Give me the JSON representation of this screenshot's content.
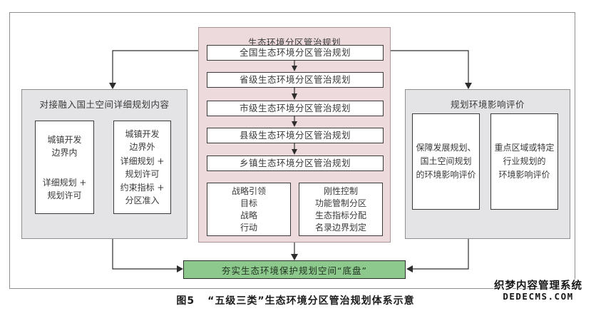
{
  "figure_caption": {
    "label": "图5",
    "title": "“五级三类”生态环境分区管治规划体系示意"
  },
  "center_panel": {
    "title": "生态环境分区管治规划",
    "levels": [
      "全国生态环境分区管治规划",
      "省级生态环境分区管治规划",
      "市级生态环境分区管治规划",
      "县级生态环境分区管治规划",
      "乡镇生态环境分区管治规划"
    ],
    "strategy_box": {
      "lines": [
        "战略引领",
        "目标",
        "战略",
        "行动"
      ]
    },
    "control_box": {
      "lines": [
        "刚性控制",
        "功能管制分区",
        "生态指标分配",
        "名录边界划定"
      ]
    }
  },
  "left_panel": {
    "title": "对接融入国土空间详细规划内容",
    "inside_boundary_box": {
      "lines": [
        "城镇开发",
        "边界内",
        "详细规划 +",
        "规划许可"
      ]
    },
    "outside_boundary_box": {
      "lines": [
        "城镇开发",
        "边界外",
        "详细规划 +",
        "规划许可",
        "约束指标 +",
        "分区准入"
      ]
    }
  },
  "right_panel": {
    "title": "规划环境影响评价",
    "development_plan_box": {
      "lines": [
        "保障发展规划、",
        "国土空间规划",
        "的环境影响评价"
      ]
    },
    "key_region_box": {
      "lines": [
        "重点区域或特定",
        "行业规划的",
        "环境影响评价"
      ]
    }
  },
  "bottom_bar": {
    "label": "夯实生态环境保护规划空间“底盘”"
  },
  "watermark": {
    "line1": "织梦内容管理系统",
    "line2": "DEDECMS.COM"
  },
  "colors": {
    "center_panel_bg": "#ecdadc",
    "side_panel_bg": "#e4e4e6",
    "bottom_bar_bg": "#8dc98d",
    "box_border": "#3a3a3a",
    "connector": "#2d2d2d"
  }
}
